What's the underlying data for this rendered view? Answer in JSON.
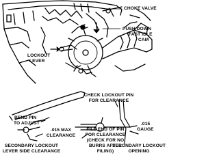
{
  "labels": {
    "choke_valve": "CHOKE VALVE",
    "push_down": "PUSH DOWN",
    "fast_idle_cam_1": "FAST IDLE",
    "fast_idle_cam_2": "CAM",
    "lockout_lever_1": "LOCKOUT",
    "lockout_lever_2": "LEVER",
    "check_pin_1": "CHECK LOCKOUT PIN",
    "check_pin_2": "FOR CLEARANCE",
    "bend_pin_1": "BEND PIN",
    "bend_pin_2": "TO ADJUST",
    "max_clearance_1": ".015 MAX",
    "max_clearance_2": "CLEARANCE",
    "file_end_1": "FILE END OF PIN",
    "file_end_2": "FOR CLEARANCE",
    "file_end_3": "(CHECK FOR NO",
    "file_end_4": "BURRS AFTER",
    "file_end_5": "FILING)",
    "gauge_1": ".015",
    "gauge_2": "GAUGE",
    "caption_left_1": "SECONDARY LOCKOUT",
    "caption_left_2": "LEVER SIDE CLEARANCE",
    "caption_right_1": "SECONDARY LOCKOUT",
    "caption_right_2": "OPENING"
  }
}
